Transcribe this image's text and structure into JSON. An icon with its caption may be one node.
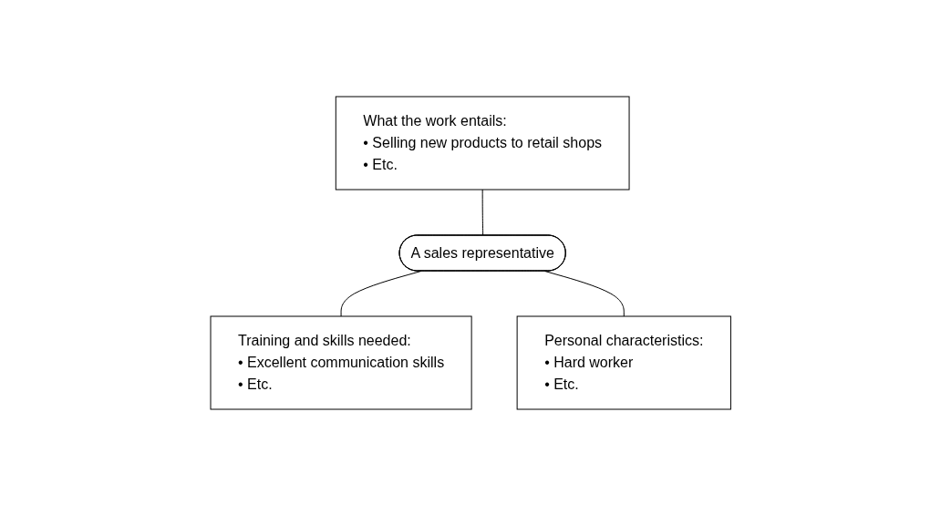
{
  "diagram": {
    "nodes": [
      {
        "text": [
          "What the work entails:",
          "• Selling new products to retail shops",
          "• Etc."
        ]
      },
      {
        "text": [
          "A sales representative"
        ]
      },
      {
        "text": [
          "Training and skills needed:",
          "• Excellent communication skills",
          "• Etc."
        ]
      },
      {
        "text": [
          "Personal characteristics:",
          "• Hard worker",
          "• Etc."
        ]
      }
    ],
    "edges": [
      {
        "from": 0,
        "to": 1,
        "arrow": "none"
      },
      {
        "from": 1,
        "to": 2,
        "arrow": "none"
      },
      {
        "from": 1,
        "to": 3,
        "arrow": "none"
      }
    ]
  }
}
